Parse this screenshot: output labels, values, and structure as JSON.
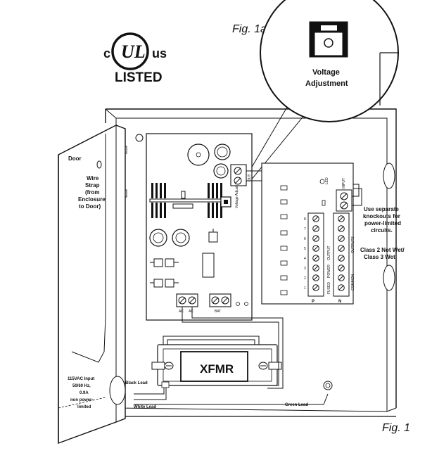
{
  "certification": {
    "c": "c",
    "ul": "UL",
    "us": "us",
    "listed": "LISTED"
  },
  "figures": {
    "fig1a": "Fig. 1a",
    "fig1": "Fig. 1"
  },
  "callout": {
    "voltage_line1": "Voltage",
    "voltage_line2": "Adjustment"
  },
  "labels": {
    "door": "Door",
    "wire_strap": [
      "Wire",
      "Strap",
      "(from",
      "Enclosure",
      "to Door)"
    ],
    "knockouts": [
      "Use separate",
      "knockouts for",
      "power-limited",
      "circuits."
    ],
    "class": [
      "Class 2 Not Wet/",
      "Class 3 Wet"
    ],
    "ac_input": [
      "115VAC Input",
      "50/60 Hz,",
      "0.9A",
      "non power-",
      "limited"
    ],
    "black_lead": "Black Lead",
    "white_lead": "White Lead",
    "green_lead": "Green Lead",
    "xfmr": "XFMR",
    "led": "LED",
    "input": "INPUT",
    "outputs": "OUTPUTS",
    "outputs_short": "OUTPUT",
    "power": "POWER",
    "fused": "FUSED",
    "common": "COMMON",
    "fuse_p": "P",
    "fuse_n": "N",
    "out": "OUT",
    "bat": "BAT",
    "ac": "AC",
    "pcb_voltage": "Voltage Adjustment"
  },
  "terminal_numbers": [
    "8",
    "7",
    "6",
    "5",
    "4",
    "3",
    "2",
    "1"
  ]
}
